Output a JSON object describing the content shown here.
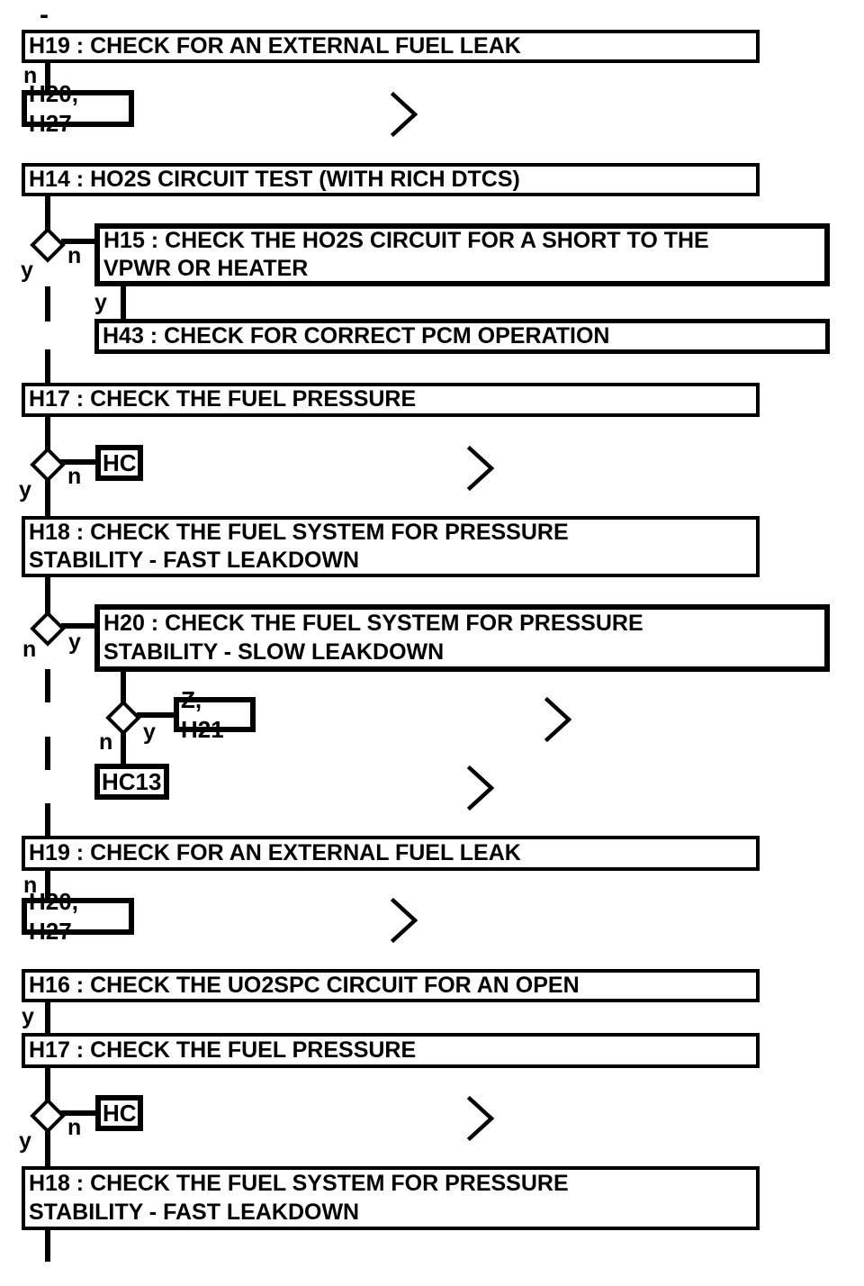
{
  "flow": {
    "top_mark": "-",
    "labels": {
      "yes": "y",
      "no": "n"
    },
    "colors": {
      "ink": "#000000",
      "background": "#ffffff"
    },
    "boxes": {
      "h19_1": "H19 : CHECK FOR AN EXTERNAL FUEL LEAK",
      "h20_h27_1": "H20, H27",
      "h14": "H14 : HO2S CIRCUIT TEST (WITH RICH DTCS)",
      "h15": "H15 : CHECK THE HO2S CIRCUIT FOR A SHORT TO THE\nVPWR OR HEATER",
      "h43": "H43 : CHECK FOR CORRECT PCM OPERATION",
      "h17_1": "H17 : CHECK THE FUEL PRESSURE",
      "hc_1": "HC",
      "h18_1": "H18 : CHECK THE FUEL SYSTEM FOR PRESSURE\nSTABILITY - FAST LEAKDOWN",
      "h20": "H20 : CHECK THE FUEL SYSTEM FOR PRESSURE\nSTABILITY - SLOW LEAKDOWN",
      "z_h21": "Z, H21",
      "hc13": "HC13",
      "h19_2": "H19 : CHECK FOR AN EXTERNAL FUEL LEAK",
      "h20_h27_2": "H20, H27",
      "h16": "H16 : CHECK THE UO2SPC CIRCUIT FOR AN OPEN",
      "h17_2": "H17 : CHECK THE FUEL PRESSURE",
      "hc_2": "HC",
      "h18_2": "H18 : CHECK THE FUEL SYSTEM FOR PRESSURE\nSTABILITY - FAST LEAKDOWN"
    }
  }
}
